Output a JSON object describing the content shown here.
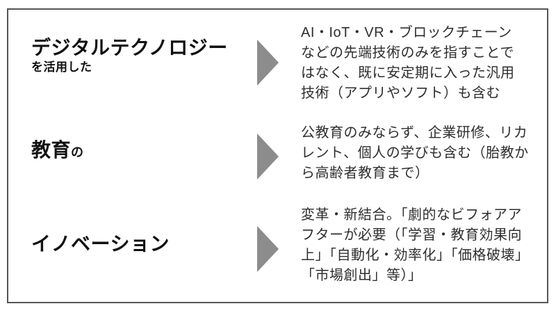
{
  "colors": {
    "frame-border": "#555555",
    "arrow": "#8c8c8c",
    "heading": "#111111",
    "body-text": "#2e2e2e"
  },
  "arrow_icon": "triangle-right",
  "rows": [
    {
      "term_main": "デジタルテクノロジー",
      "term_sub": "を活用した",
      "description": "AI・IoT・VR・ブロックチェーン\nなどの先端技術のみを指すことで\nはなく、既に安定期に入った汎用\n技術（アプリやソフト）も含む"
    },
    {
      "term_main": "教育",
      "term_sub": "の",
      "description": "公教育のみならず、企業研修、リカ\nレント、個人の学びも含む（胎教か\nら高齢者教育まで）"
    },
    {
      "term_main": "イノベーション",
      "term_sub": "",
      "description": "変革・新結合。「劇的なビフォアア\nフターが必要（「学習・教育効果向\n上」「自動化・効率化」「価格破壊」\n「市場創出」等）」"
    }
  ]
}
